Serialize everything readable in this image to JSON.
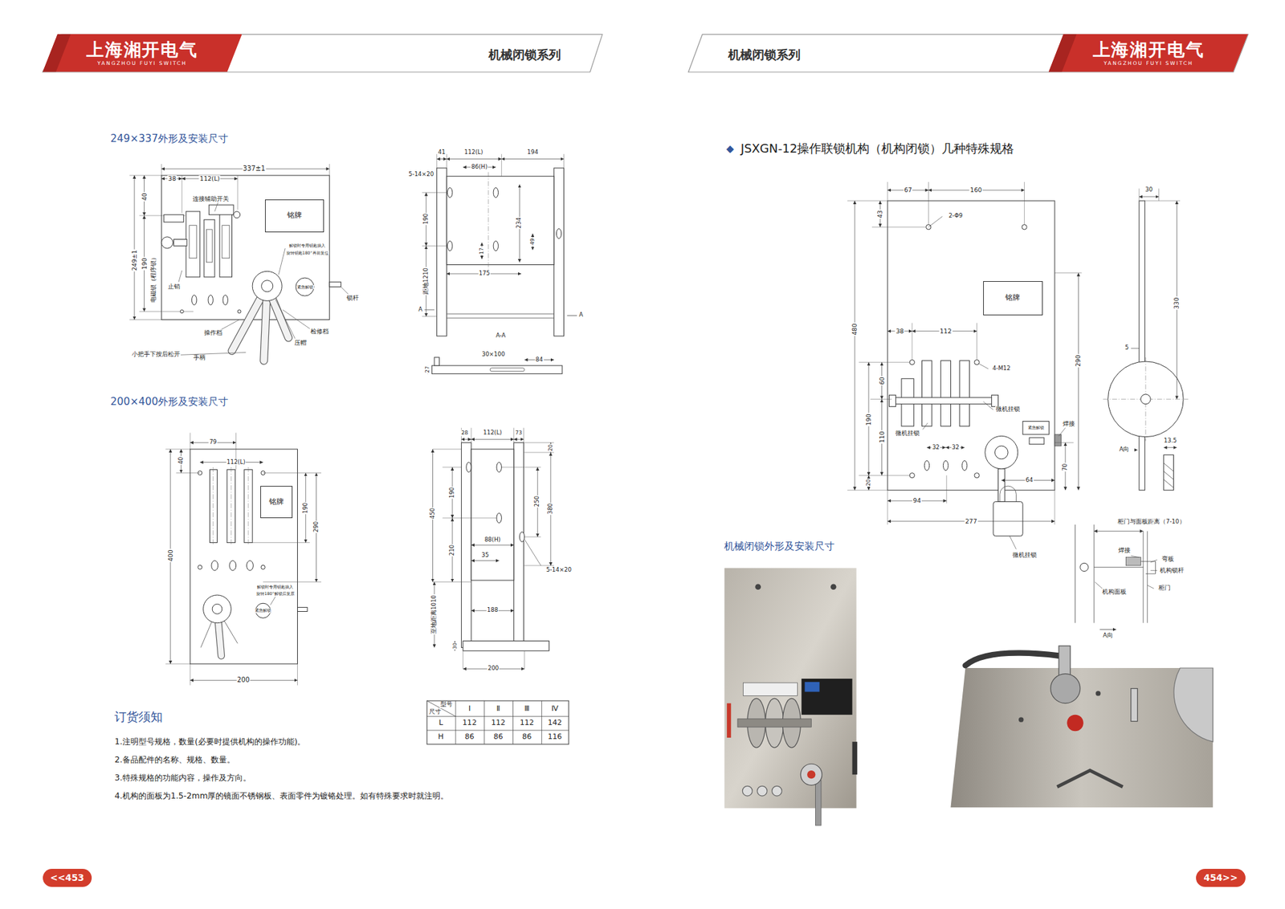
{
  "diagram": {
    "nodes": [
      {
        "text": [
          "上海湘开电气",
          "YANGZHOU FUYI SWITCH"
        ]
      },
      {
        "text": [
          "上海湘开电气",
          "YANGZHOU FUYI SWITCH"
        ]
      },
      {
        "text": [
          "铭牌"
        ]
      },
      {
        "text": [
          "铭牌"
        ]
      },
      {
        "text": [
          "铭牌"
        ]
      },
      {
        "text": [
          "<<453"
        ]
      },
      {
        "text": [
          "454>>"
        ]
      }
    ],
    "labels": [
      "机械闭锁系列",
      "249×337外形及安装尺寸",
      "337±1",
      "38",
      "112(L)",
      "40",
      "249±1",
      "190",
      "电磁锁（程序锁）",
      "连接辅助开关",
      "解锁时专用钥匙插入",
      "旋转钥匙180°再前复位",
      "紧急解锁",
      "止销",
      "锁杆",
      "操作档",
      "检修档",
      "压帽",
      "小把手下按后松开",
      "手柄",
      "41",
      "112(L)",
      "194",
      "86(H)",
      "5-14×20",
      "190",
      "234",
      "17",
      "49",
      "175",
      "距地1210",
      "A",
      "A",
      "A-A",
      "30×100",
      "84",
      "27",
      "200×400外形及安装尺寸",
      "79",
      "40",
      "112(L)",
      "190",
      "290",
      "400",
      "解锁时专用钥匙插入",
      "旋转180°解锁后复原",
      "紧急解锁",
      "200",
      "28",
      "112(L)",
      "73",
      "20",
      "190",
      "450",
      "250",
      "380",
      "88(H)",
      "210",
      "35",
      "5-14×20",
      "至地距离1010",
      "188",
      "30",
      "200",
      "订货须知",
      "1.注明型号规格，数量(必要时提供机构的操作功能)。",
      "2.备品配件的名称、规格、数量。",
      "3.特殊规格的功能内容，操作及方向。",
      "4.机构的面板为1.5-2mm厚的镜面不锈钢板、表面零件为镀铬处理。如有特殊要求时就注明。",
      "型号",
      "尺寸",
      "Ⅰ",
      "Ⅱ",
      "Ⅲ",
      "Ⅳ",
      "L",
      "112",
      "112",
      "112",
      "142",
      "H",
      "86",
      "86",
      "86",
      "116",
      "机械闭锁系列",
      "◆",
      "JSXGN-12操作联锁机构（机构闭锁）几种特殊规格",
      "67",
      "160",
      "43",
      "2-Φ9",
      "480",
      "38",
      "112",
      "4-M12",
      "290",
      "60",
      "微机挂锁",
      "110",
      "190",
      "微机挂锁",
      "紧急解锁",
      "焊接",
      "32",
      "32",
      "70",
      "64",
      "20",
      "94",
      "277",
      "微机挂锁",
      "30",
      "330",
      "5",
      "13.5",
      "A向",
      "柜门与面板距离（7-10）",
      "焊接",
      "弯板",
      "机构锁杆",
      "柜门",
      "机构面板",
      "A向",
      "机械闭锁外形及安装尺寸"
    ]
  }
}
